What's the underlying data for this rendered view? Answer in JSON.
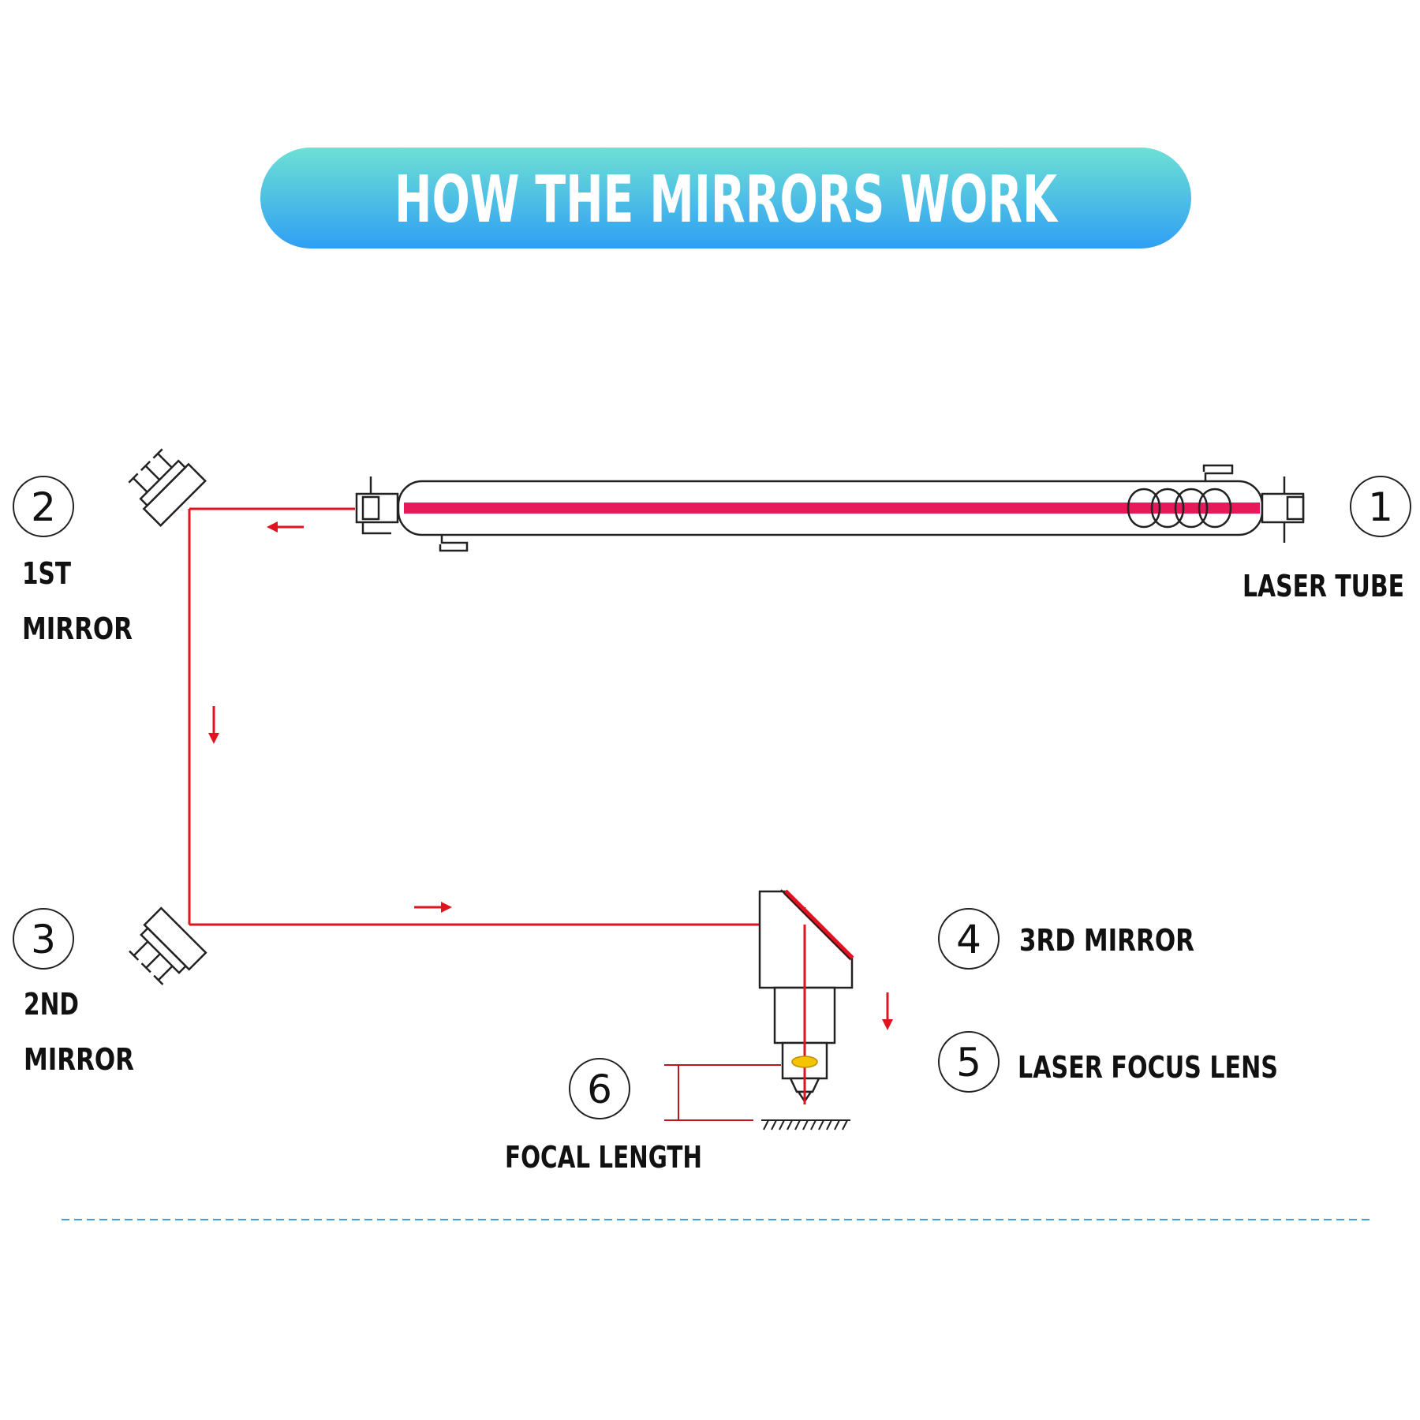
{
  "title": "HOW THE MIRRORS WORK",
  "colors": {
    "beam": "#e0141e",
    "tube_core": "#e8195a",
    "title_gradient_top": "#6ee0d4",
    "title_gradient_bottom": "#2f9ff5",
    "divider": "#3aa6e0",
    "lens": "#f5c400"
  },
  "components": [
    {
      "number": "1",
      "label": "LASER TUBE"
    },
    {
      "number": "2",
      "label_line1": "1ST",
      "label_line2": "MIRROR"
    },
    {
      "number": "3",
      "label_line1": "2ND",
      "label_line2": "MIRROR"
    },
    {
      "number": "4",
      "label": "3RD MIRROR"
    },
    {
      "number": "5",
      "label": "LASER FOCUS LENS"
    },
    {
      "number": "6",
      "label": "FOCAL LENGTH"
    }
  ],
  "beam_arrows": [
    "left",
    "down",
    "right",
    "down"
  ]
}
